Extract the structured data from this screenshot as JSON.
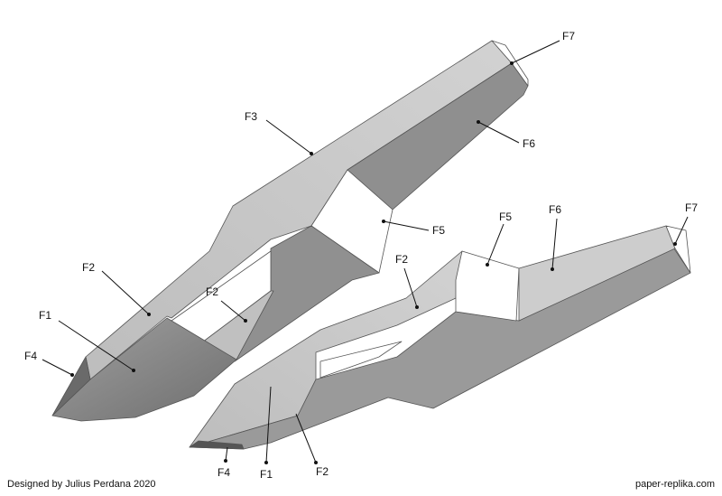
{
  "labels": {
    "left_f7": "F7",
    "left_f3": "F3",
    "left_f6": "F6",
    "left_f5": "F5",
    "left_f2_outer": "F2",
    "left_f2_inner": "F2",
    "left_f1": "F1",
    "left_f4": "F4",
    "right_f5": "F5",
    "right_f6": "F6",
    "right_f7": "F7",
    "right_f2_top": "F2",
    "right_f4": "F4",
    "right_f1": "F1",
    "right_f2_bottom": "F2"
  },
  "footer": {
    "credit": "Designed by Julius Perdana 2020",
    "website": "paper-replika.com"
  },
  "colors": {
    "light_face": "#c9c9c9",
    "dark_face": "#8c8c8c",
    "white_face": "#ffffff"
  }
}
